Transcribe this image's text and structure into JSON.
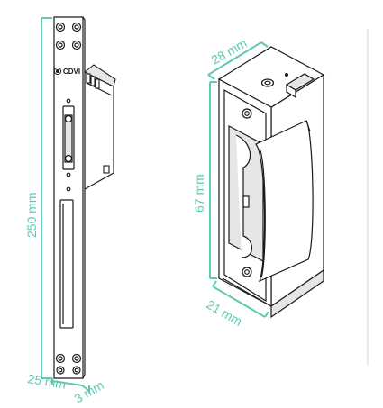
{
  "colors": {
    "dimension": "#5fc9b3",
    "outline": "#1a1a1a",
    "fill": "#ffffff",
    "shade": "#e6e6e6",
    "divider": "#d6d6d6"
  },
  "dimensions": {
    "plate_length": "250 mm",
    "plate_width": "25 mm",
    "plate_thickness": "3 mm",
    "body_width": "28 mm",
    "body_height": "67 mm",
    "body_depth": "21 mm"
  },
  "brand": {
    "logo_text": "CDVI",
    "logo_icon": "cdvi-logo-icon"
  },
  "icons": {
    "screw_hole": "screw-hole-icon"
  }
}
